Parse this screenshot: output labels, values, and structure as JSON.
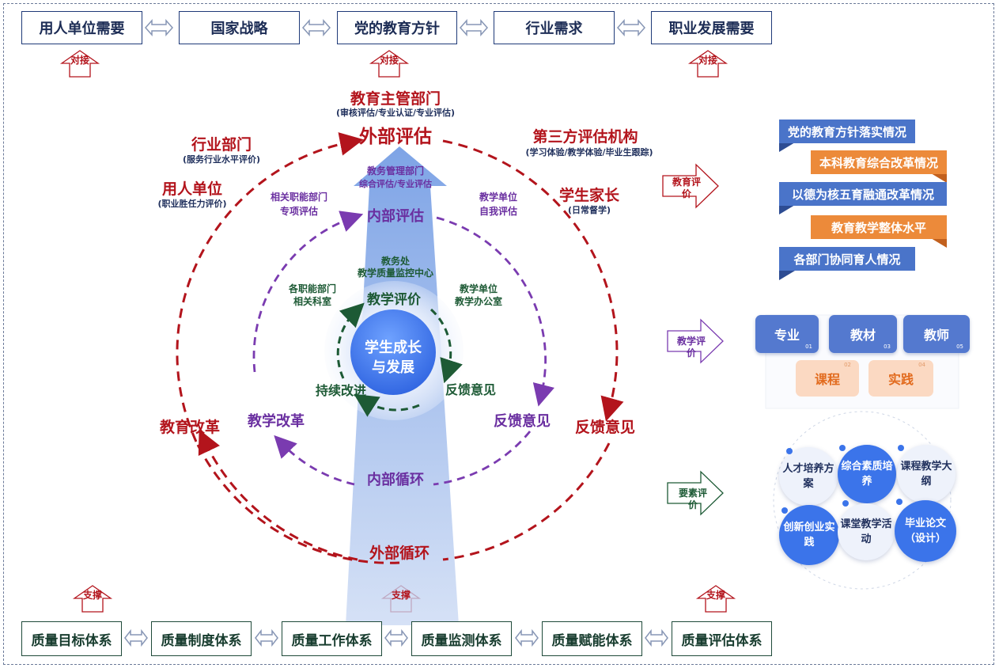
{
  "top_row": [
    "用人单位需要",
    "国家战略",
    "党的教育方针",
    "行业需求",
    "职业发展需要"
  ],
  "dock_label": "对接",
  "support_label": "支撑",
  "outer": {
    "center_dept": "教育主管部门",
    "center_dept_sub": "(审核评估/专业认证/专业评估)",
    "title": "外部评估",
    "left1": "行业部门",
    "left1_sub": "(服务行业水平评价)",
    "left2": "用人单位",
    "left2_sub": "(职业胜任力评价)",
    "right1": "第三方评估机构",
    "right1_sub": "(学习体验/教学体验/毕业生跟踪)",
    "right2": "学生家长",
    "right2_sub": "(日常督学)",
    "left_side": "教育改革",
    "right_side": "反馈意见",
    "cycle": "外部循环"
  },
  "inner": {
    "top_dept": "教务管理部门",
    "top_dept_sub": "综合评估/专业评估",
    "left_dept": "相关职能部门",
    "left_dept_sub": "专项评估",
    "right_dept": "教学单位",
    "right_dept_sub": "自我评估",
    "title": "内部评估",
    "left_side": "教学改革",
    "right_side": "反馈意见",
    "cycle": "内部循环"
  },
  "core": {
    "top_dept": "教务处",
    "top_dept_sub": "教学质量监控中心",
    "left_dept": "各职能部门",
    "left_dept_sub": "相关科室",
    "right_dept": "教学单位",
    "right_dept_sub": "教学办公室",
    "title": "教学评价",
    "left_side": "持续改进",
    "right_side": "反馈意见",
    "center_line1": "学生成长",
    "center_line2": "与发展"
  },
  "right_panel": {
    "edu_eval_label": "教育评价",
    "edu_items": [
      "党的教育方针落实情况",
      "本科教育综合改革情况",
      "以德为核五育融通改革情况",
      "教育教学整体水平",
      "各部门协同育人情况"
    ],
    "teach_eval_label": "教学评价",
    "teach_top": [
      {
        "label": "专业",
        "num": "01"
      },
      {
        "label": "教材",
        "num": "03"
      },
      {
        "label": "教师",
        "num": "05"
      }
    ],
    "teach_bottom": [
      {
        "label": "课程",
        "num": "02"
      },
      {
        "label": "实践",
        "num": "04"
      }
    ],
    "element_eval_label": "要素评价",
    "bubbles": [
      "人才培养方案",
      "综合素质培养",
      "课程教学大纲",
      "创新创业实践",
      "课堂教学活动",
      "毕业论文（设计）"
    ]
  },
  "bottom_row": [
    "质量目标体系",
    "质量制度体系",
    "质量工作体系",
    "质量监测体系",
    "质量赋能体系",
    "质量评估体系"
  ],
  "colors": {
    "red": "#b3141c",
    "purple": "#7a3bb0",
    "green": "#1d5a35",
    "navy": "#1f3a78",
    "blue": "#4a74c9",
    "orange": "#ec8a3a"
  }
}
